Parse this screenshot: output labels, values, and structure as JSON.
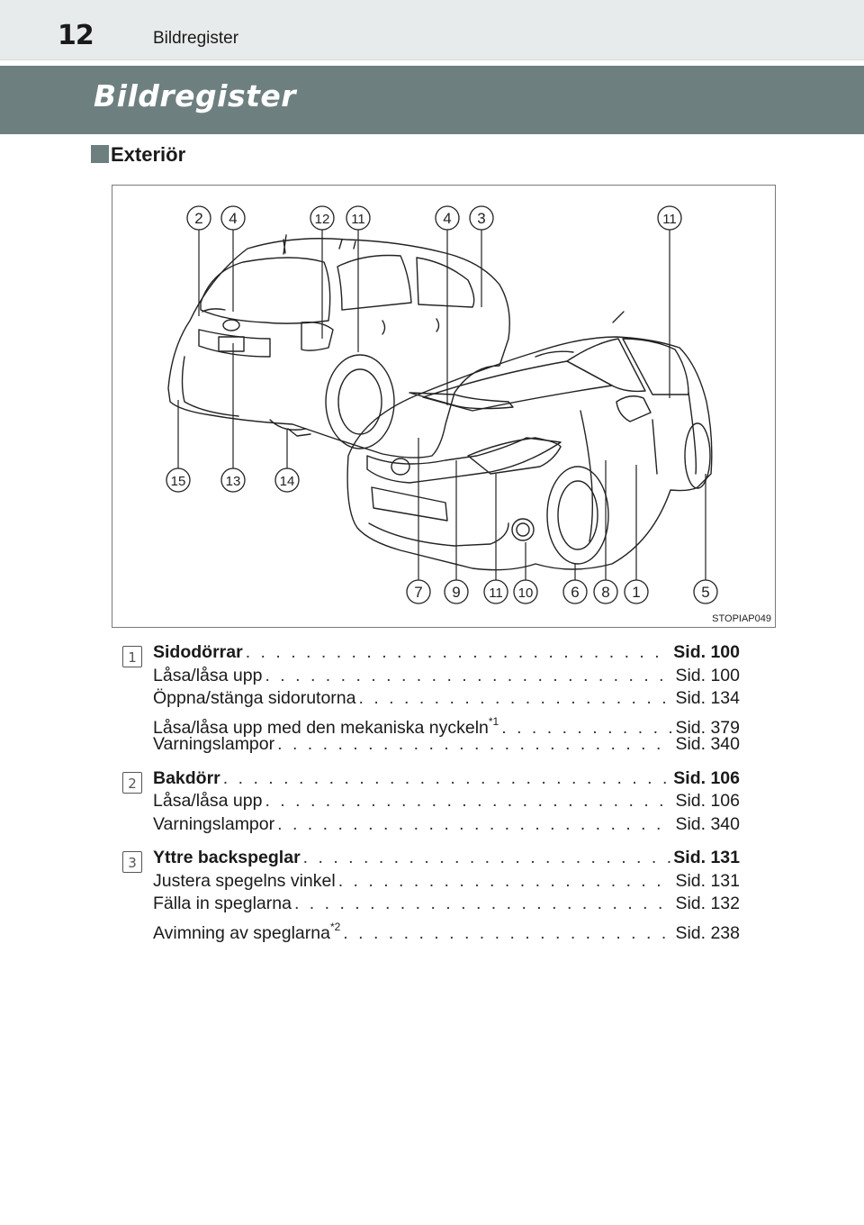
{
  "header": {
    "page_number": "12",
    "running_title": "Bildregister"
  },
  "title": "Bildregister",
  "section": "Exteriör",
  "figure": {
    "code": "STOPIAP049",
    "callouts": [
      "1",
      "2",
      "3",
      "4",
      "5",
      "6",
      "7",
      "8",
      "9",
      "10",
      "11",
      "12",
      "13",
      "14",
      "15"
    ]
  },
  "entries": [
    {
      "number": "1",
      "main": {
        "label": "Sidodörrar",
        "page": "Sid. 100"
      },
      "items": [
        {
          "label": "Låsa/låsa upp",
          "sup": "",
          "page": "Sid. 100"
        },
        {
          "label": "Öppna/stänga sidorutorna",
          "sup": "",
          "page": "Sid. 134"
        },
        {
          "label": "Låsa/låsa upp med den mekaniska nyckeln",
          "sup": "*1",
          "page": "Sid. 379"
        },
        {
          "label": "Varningslampor",
          "sup": "",
          "page": "Sid. 340"
        }
      ]
    },
    {
      "number": "2",
      "main": {
        "label": "Bakdörr",
        "page": "Sid. 106"
      },
      "items": [
        {
          "label": "Låsa/låsa upp",
          "sup": "",
          "page": "Sid. 106"
        },
        {
          "label": "Varningslampor",
          "sup": "",
          "page": "Sid. 340"
        }
      ]
    },
    {
      "number": "3",
      "main": {
        "label": "Yttre backspeglar",
        "page": "Sid. 131"
      },
      "items": [
        {
          "label": "Justera spegelns vinkel",
          "sup": "",
          "page": "Sid. 131"
        },
        {
          "label": "Fälla in speglarna",
          "sup": "",
          "page": "Sid. 132"
        },
        {
          "label": "Avimning av speglarna",
          "sup": "*2",
          "page": "Sid. 238"
        }
      ]
    }
  ]
}
